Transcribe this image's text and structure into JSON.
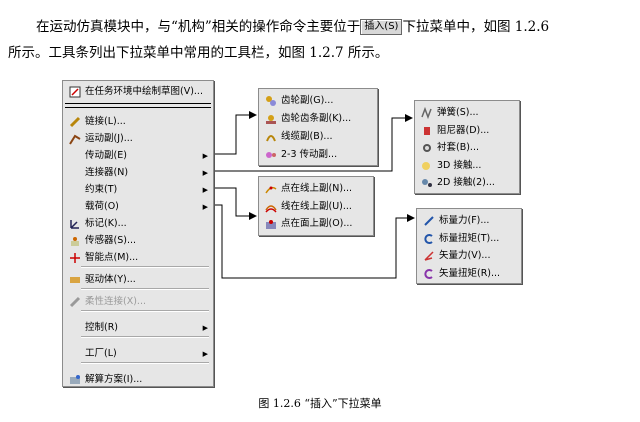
{
  "paragraph": {
    "line1_before": "在运动仿真模块中，与“机构”相关的操作命令主要位于",
    "insert_chip": "插入(S)",
    "line1_after": "下拉菜单中，如图 1.2.6",
    "line2": "所示。工具条列出下拉菜单中常用的工具栏，如图 1.2.7 所示。"
  },
  "main_menu": {
    "top_item": "在任务环境中绘制草图(V)...",
    "items": [
      {
        "label": "链接(L)...",
        "icon": "link-icon"
      },
      {
        "label": "运动副(J)...",
        "icon": "joint-icon"
      },
      {
        "label": "传动副(E)",
        "icon": "",
        "submenu": true
      },
      {
        "label": "连接器(N)",
        "icon": "",
        "submenu": true
      },
      {
        "label": "约束(T)",
        "icon": "",
        "submenu": true
      },
      {
        "label": "载荷(O)",
        "icon": "",
        "submenu": true
      },
      {
        "label": "标记(K)...",
        "icon": "marker-icon"
      },
      {
        "label": "传感器(S)...",
        "icon": "sensor-icon"
      },
      {
        "label": "智能点(M)...",
        "icon": "smart-point-icon"
      },
      {
        "label": "驱动体(Y)...",
        "icon": "driver-icon"
      },
      {
        "label": "柔性连接(X)...",
        "icon": "flexible-link-icon",
        "disabled": true
      },
      {
        "label": "控制(R)",
        "icon": "",
        "submenu": true
      },
      {
        "label": "工厂(L)",
        "icon": "",
        "submenu": true
      },
      {
        "label": "解算方案(I)...",
        "icon": "solution-icon"
      }
    ]
  },
  "transmission_menu": [
    {
      "label": "齿轮副(G)...",
      "icon": "gear-pair-icon"
    },
    {
      "label": "齿轮齿条副(K)...",
      "icon": "rack-pinion-icon"
    },
    {
      "label": "线缆副(B)...",
      "icon": "cable-icon"
    },
    {
      "label": "2-3 传动副...",
      "icon": "2-3-coupler-icon"
    }
  ],
  "connector_menu": [
    {
      "label": "弹簧(S)...",
      "icon": "spring-icon"
    },
    {
      "label": "阻尼器(D)...",
      "icon": "damper-icon"
    },
    {
      "label": "衬套(B)...",
      "icon": "bushing-icon"
    },
    {
      "label": "3D 接触...",
      "icon": "3d-contact-icon"
    },
    {
      "label": "2D 接触(2)...",
      "icon": "2d-contact-icon"
    }
  ],
  "constraint_menu": [
    {
      "label": "点在线上副(N)...",
      "icon": "point-on-curve-icon"
    },
    {
      "label": "线在线上副(U)...",
      "icon": "curve-on-curve-icon"
    },
    {
      "label": "点在面上副(O)...",
      "icon": "point-on-surface-icon"
    }
  ],
  "load_menu": [
    {
      "label": "标量力(F)...",
      "icon": "scalar-force-icon"
    },
    {
      "label": "标量扭矩(T)...",
      "icon": "scalar-torque-icon"
    },
    {
      "label": "矢量力(V)...",
      "icon": "vector-force-icon"
    },
    {
      "label": "矢量扭矩(R)...",
      "icon": "vector-torque-icon"
    }
  ],
  "caption": "图 1.2.6    “插入”下拉菜单"
}
